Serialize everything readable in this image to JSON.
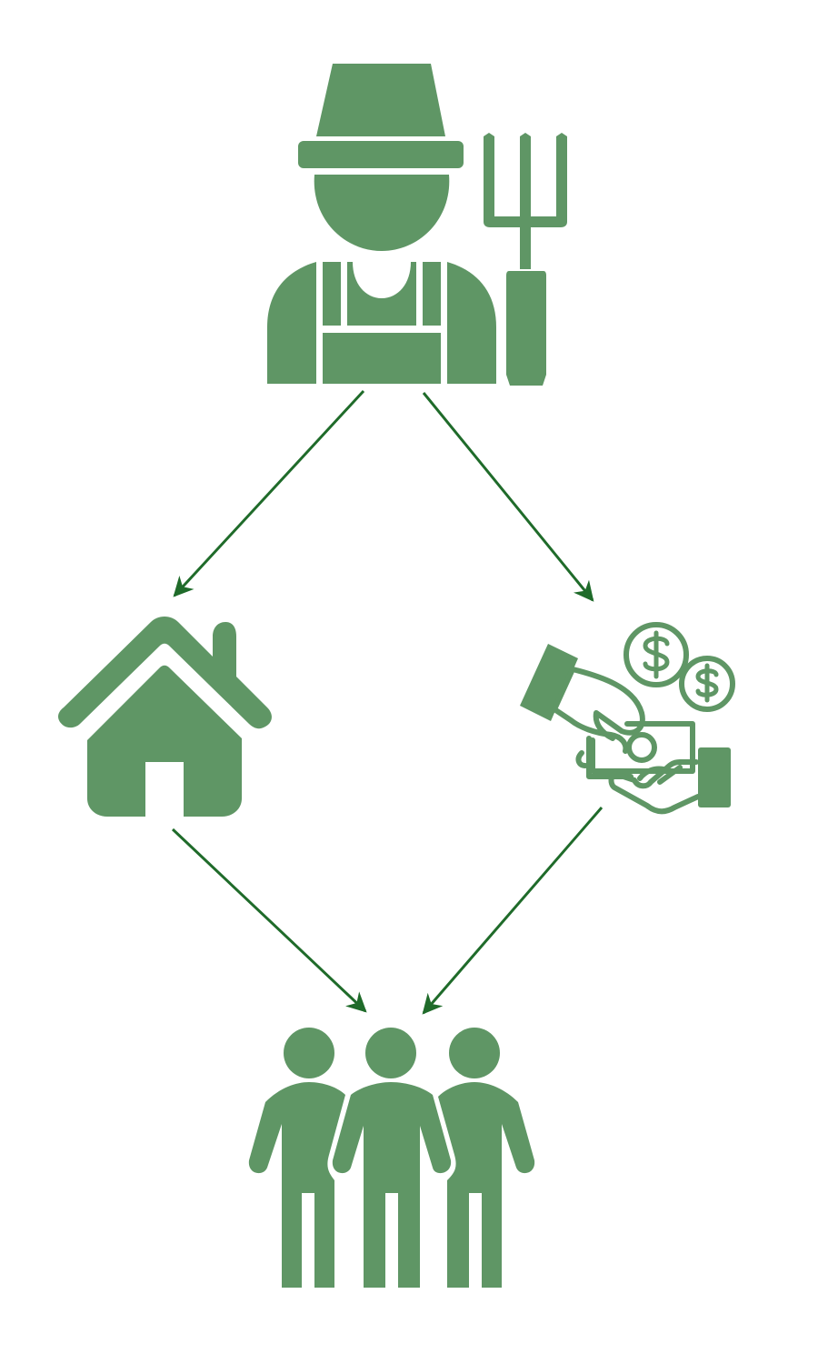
{
  "colors": {
    "icon_fill": "#5f9665",
    "arrow_stroke": "#1f6b2a",
    "background": "#ffffff"
  },
  "nodes": [
    {
      "id": "farmer",
      "icon": "farmer-with-pitchfork-icon"
    },
    {
      "id": "home",
      "icon": "house-icon"
    },
    {
      "id": "money",
      "icon": "money-exchange-hand-icon"
    },
    {
      "id": "people",
      "icon": "group-of-people-icon"
    }
  ],
  "edges": [
    {
      "from": "farmer",
      "to": "home"
    },
    {
      "from": "farmer",
      "to": "money"
    },
    {
      "from": "home",
      "to": "people"
    },
    {
      "from": "money",
      "to": "people"
    }
  ]
}
